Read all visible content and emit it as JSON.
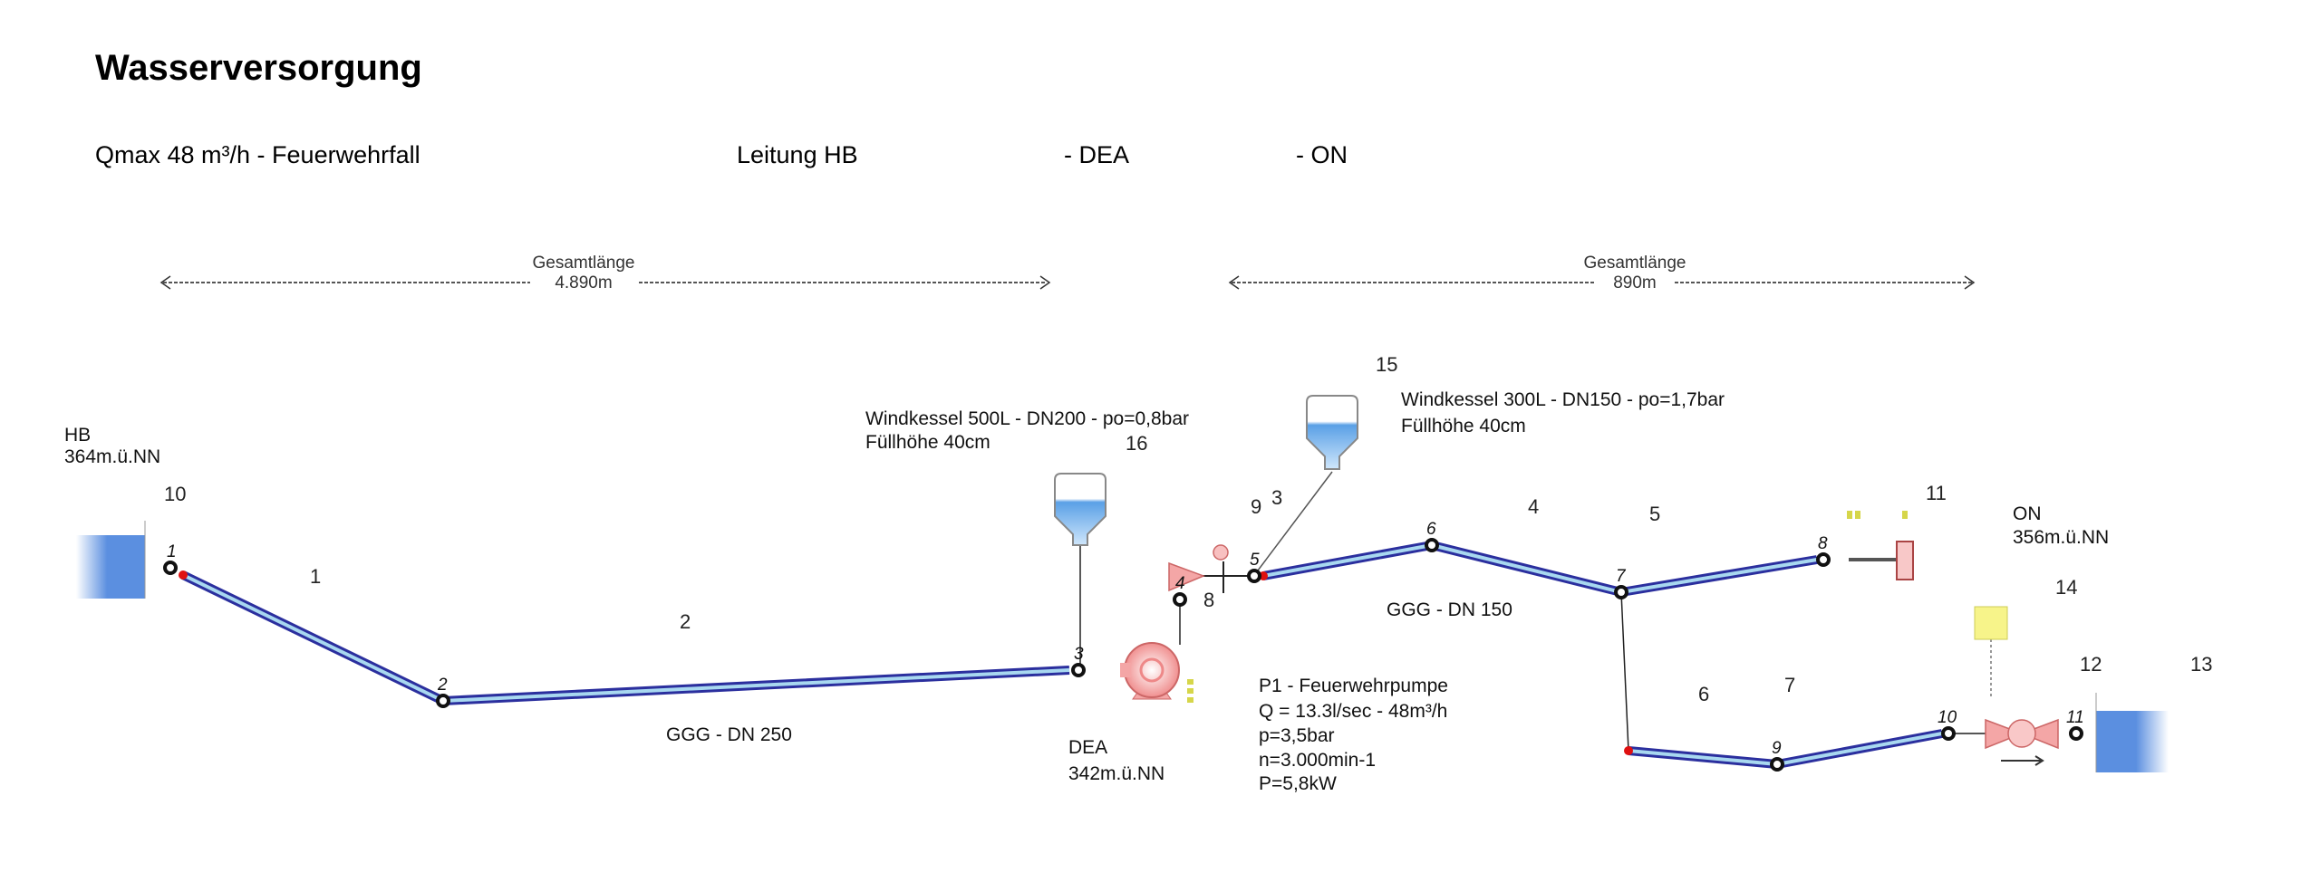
{
  "title": "Wasserversorgung",
  "subtitle": {
    "case": "Qmax 48 m³/h - Feuerwehrfall",
    "line": "Leitung HB",
    "dea": "- DEA",
    "on": "- ON"
  },
  "dimensions": [
    {
      "label": "Gesamtlänge",
      "value": "4.890m"
    },
    {
      "label": "Gesamtlänge",
      "value": "890m"
    }
  ],
  "stations": {
    "hb": {
      "name": "HB",
      "elevation": "364m.ü.NN"
    },
    "dea": {
      "name": "DEA",
      "elevation": "342m.ü.NN"
    },
    "on": {
      "name": "ON",
      "elevation": "356m.ü.NN"
    }
  },
  "pipe_labels": {
    "dn250": "GGG - DN 250",
    "dn150": "GGG - DN 150"
  },
  "vessels": [
    {
      "line1": "Windkessel 500L - DN200 - po=0,8bar",
      "line2": "Füllhöhe 40cm",
      "id": "16"
    },
    {
      "line1": "Windkessel 300L - DN150 - po=1,7bar",
      "line2": "Füllhöhe 40cm",
      "id": "15"
    }
  ],
  "pump": {
    "name": "P1 - Feuerwehrpumpe",
    "flow": "Q = 13.3l/sec - 48m³/h",
    "pressure": "p=3,5bar",
    "speed": "n=3.000min-1",
    "power": "P=5,8kW"
  },
  "element_numbers": [
    "10",
    "1",
    "2",
    "8",
    "9",
    "3",
    "4",
    "5",
    "11",
    "14",
    "6",
    "7",
    "12",
    "13"
  ],
  "node_numbers": [
    "1",
    "2",
    "3",
    "4",
    "5",
    "6",
    "7",
    "8",
    "9",
    "10",
    "11"
  ],
  "colors": {
    "pipe": "#2b2f9e",
    "pipe_inner": "#a8d8f0",
    "tank": "#5b8fe0",
    "pump": "#f4a6a6",
    "tank_blue": "#6fa8e8"
  }
}
